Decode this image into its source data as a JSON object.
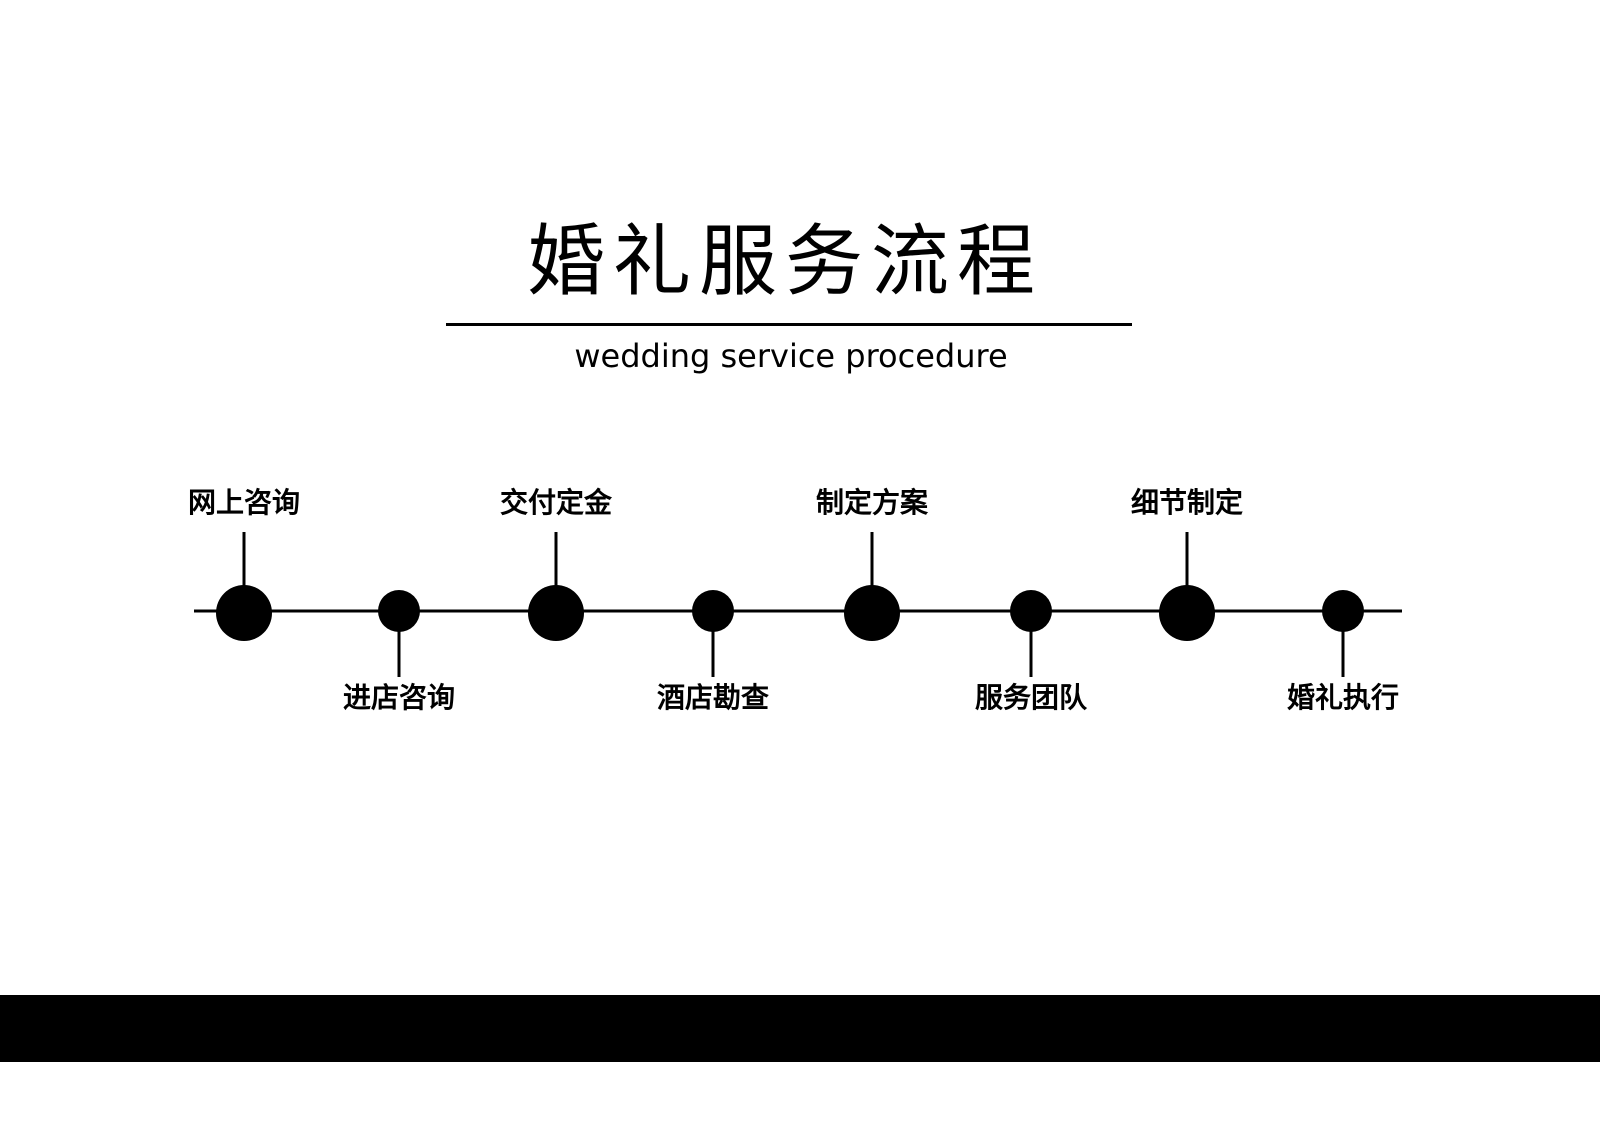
{
  "header": {
    "title": "婚礼服务流程",
    "subtitle": "wedding service procedure"
  },
  "colors": {
    "foreground": "#000000",
    "background": "#ffffff"
  },
  "timeline": {
    "steps": [
      {
        "order": 1,
        "label": "网上咨询",
        "position": "top",
        "emphasis": "major"
      },
      {
        "order": 2,
        "label": "进店咨询",
        "position": "bottom",
        "emphasis": "minor"
      },
      {
        "order": 3,
        "label": "交付定金",
        "position": "top",
        "emphasis": "major"
      },
      {
        "order": 4,
        "label": "酒店勘查",
        "position": "bottom",
        "emphasis": "minor"
      },
      {
        "order": 5,
        "label": "制定方案",
        "position": "top",
        "emphasis": "major"
      },
      {
        "order": 6,
        "label": "服务团队",
        "position": "bottom",
        "emphasis": "minor"
      },
      {
        "order": 7,
        "label": "细节制定",
        "position": "top",
        "emphasis": "major"
      },
      {
        "order": 8,
        "label": "婚礼执行",
        "position": "bottom",
        "emphasis": "minor"
      }
    ]
  }
}
